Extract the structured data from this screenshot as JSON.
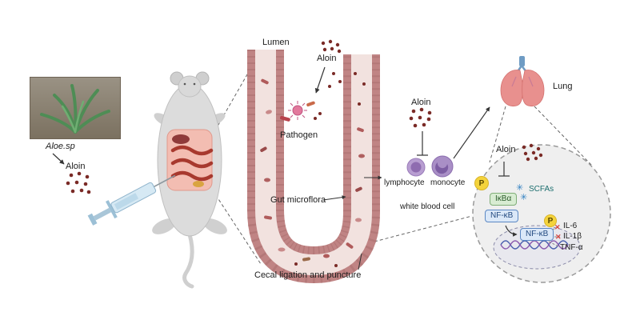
{
  "labels": {
    "aloe_species": "Aloe.sp",
    "aloin": "Aloin",
    "lumen": "Lumen",
    "pathogen": "Pathogen",
    "gut_microflora": "Gut microflora",
    "cecal": "Cecal ligation and puncture",
    "lymphocyte": "lymphocyte",
    "monocyte": "monocyte",
    "white_blood_cell": "white blood cell",
    "lung": "Lung",
    "scfas": "SCFAs",
    "ikba": "IκBα",
    "nfkb": "NF-κB",
    "phospho": "P",
    "il6": "IL-6",
    "il1b": "IL-1β",
    "tnfa": "TNF-α"
  },
  "icons": {
    "block_x": "✕",
    "scfa_star": "✳"
  },
  "colors": {
    "aloin_dot": "#7a2a26",
    "gut_wall": "#c08484",
    "lumen_fill": "#f2e2df",
    "mouse_gray": "#dcdcdc",
    "abdomen_pink": "#f3bdb2",
    "lung_pink": "#e8908e",
    "immune_purple": "#a98fc6",
    "cell_fill": "#efefef",
    "phospho_yellow": "#f4d33c",
    "ikba_green": "#d8ecd2",
    "nfkb_blue": "#dbe8f8",
    "scfa_blue": "#2f7fc1",
    "block_red": "#d64541"
  }
}
